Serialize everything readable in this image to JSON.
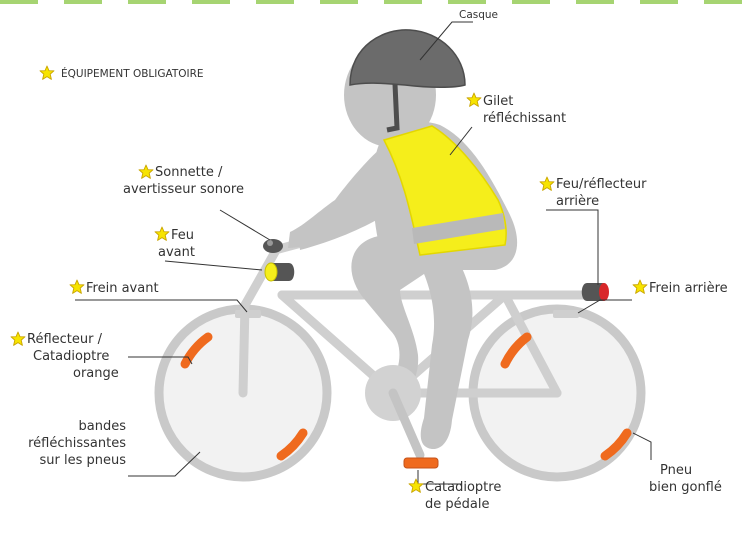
{
  "legend": {
    "label": "ÉQUIPEMENT OBLIGATOIRE"
  },
  "labels": {
    "casque": "Casque",
    "gilet_1": "Gilet",
    "gilet_2": "réfléchissant",
    "sonnette_1": "Sonnette /",
    "sonnette_2": "avertisseur sonore",
    "feu_avant_1": "Feu",
    "feu_avant_2": "avant",
    "frein_avant": "Frein avant",
    "reflecteur_1": "Réflecteur /",
    "reflecteur_2": "Catadioptre",
    "reflecteur_3": "orange",
    "bandes_1": "bandes",
    "bandes_2": "réfléchissantes",
    "bandes_3": "sur les pneus",
    "feu_arriere_1": "Feu/réflecteur",
    "feu_arriere_2": "arrière",
    "frein_arriere": "Frein arrière",
    "pneu_1": "Pneu",
    "pneu_2": "bien gonflé",
    "pedale_1": "Catadioptre",
    "pedale_2": "de pédale"
  },
  "colors": {
    "top_dash": "#a6d472",
    "rider_gray": "#c4c4c4",
    "bike_frame": "#cfcfcf",
    "wheel_fill": "#f2f2f2",
    "wheel_rim": "#c9c9c9",
    "helmet": "#6b6b6b",
    "vest": "#f5ee1b",
    "vest_stripe": "#b9b9b9",
    "reflector": "#ef6a1e",
    "star_fill": "#f7e400",
    "star_stroke": "#c9a500",
    "rear_light": "#d8282a"
  }
}
